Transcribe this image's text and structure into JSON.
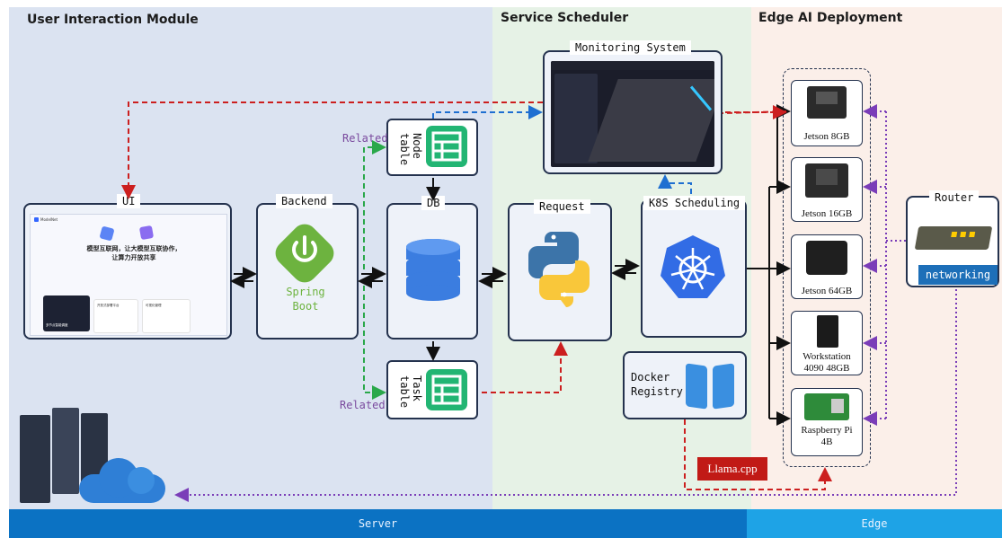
{
  "sections": {
    "user_interaction": "User Interaction Module",
    "service_scheduler": "Service Scheduler",
    "edge_ai": "Edge AI Deployment"
  },
  "components": {
    "ui": "UI",
    "backend": "Backend",
    "spring_boot": [
      "Spring",
      "Boot"
    ],
    "db": "DB",
    "node_table": "Node table",
    "task_table": "Task table",
    "request": "Request",
    "k8s": "K8S Scheduling",
    "monitoring": "Monitoring System",
    "docker_registry": [
      "Docker",
      "Registry"
    ],
    "llama": "Llama.cpp",
    "router": "Router",
    "networking": "networking"
  },
  "relations": {
    "related_top": "Related",
    "related_bottom": "Related"
  },
  "devices": [
    {
      "label": [
        "Jetson 8GB"
      ]
    },
    {
      "label": [
        "Jetson 16GB"
      ]
    },
    {
      "label": [
        "Jetson 64GB"
      ]
    },
    {
      "label": [
        "Workstation",
        "4090 48GB"
      ]
    },
    {
      "label": [
        "Raspberry Pi",
        "4B"
      ]
    }
  ],
  "ui_screenshot": {
    "brand": "ModelNet",
    "headline_1": "模型互联网，让大模型互联协作，",
    "headline_2": "让算力开放共享",
    "card_1": "多节点智能调度",
    "card_2": "开放式部署平台",
    "card_3": "可视化管理"
  },
  "bottom": {
    "server": "Server",
    "edge": "Edge"
  },
  "colors": {
    "server_bar": "#0b72c3",
    "edge_bar": "#1ea3e6",
    "related_green": "#2aa84a",
    "red_flow": "#cc1f1f",
    "blue_flow": "#1e6fd1",
    "purple_flow": "#7a3db8"
  }
}
